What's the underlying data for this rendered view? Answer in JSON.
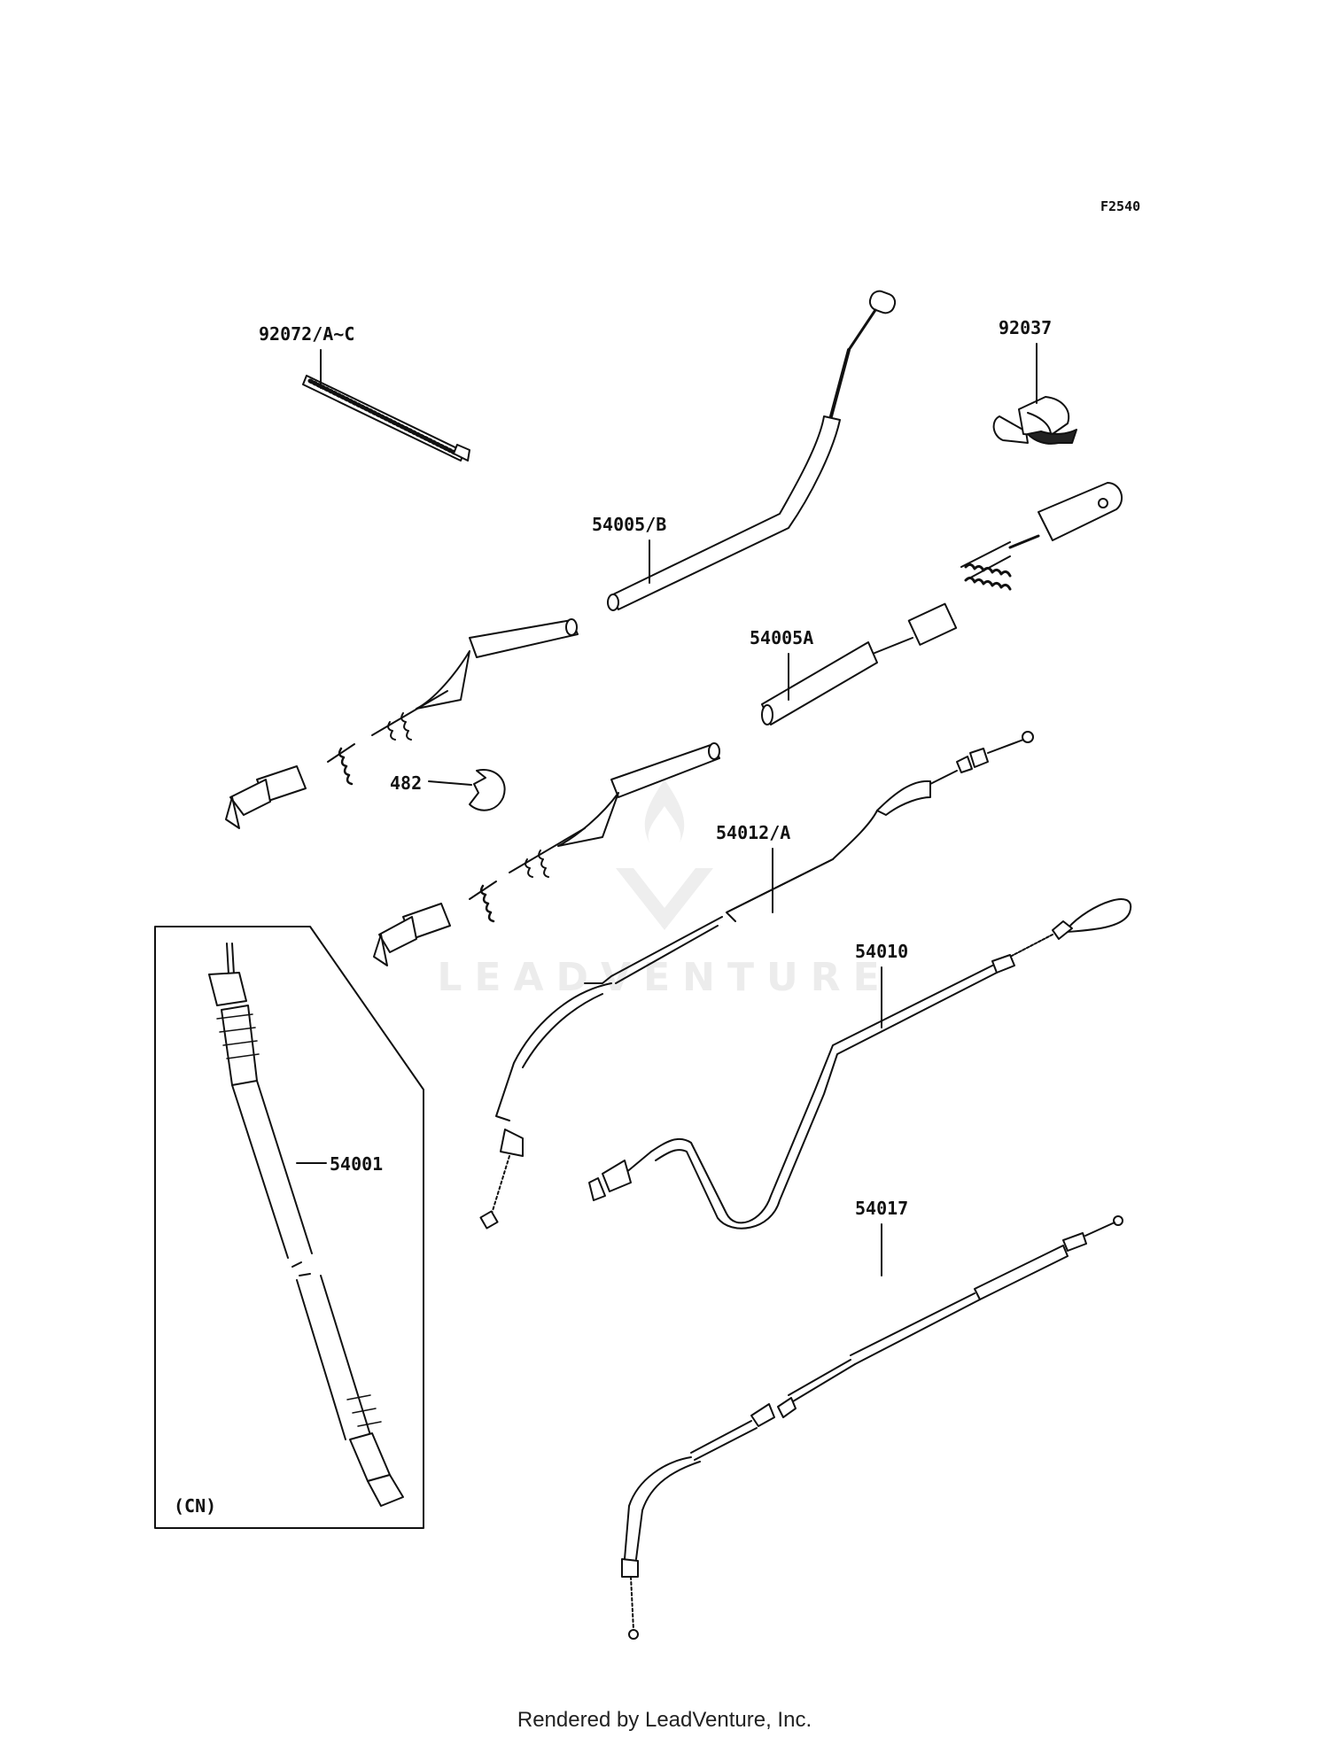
{
  "diagram_code": "F2540",
  "watermark": "LEADVENTURE",
  "footer_text": "Rendered by LeadVenture, Inc.",
  "inset_region_label": "(CN)",
  "callouts": [
    {
      "id": "92072",
      "label": "92072/A~C",
      "part": "cable tie"
    },
    {
      "id": "92037",
      "label": "92037",
      "part": "clamp"
    },
    {
      "id": "54005b",
      "label": "54005/B",
      "part": "brake cable"
    },
    {
      "id": "54005a",
      "label": "54005A",
      "part": "brake cable"
    },
    {
      "id": "482",
      "label": "482",
      "part": "circlip"
    },
    {
      "id": "54012",
      "label": "54012/A",
      "part": "throttle cable"
    },
    {
      "id": "54010",
      "label": "54010",
      "part": "choke cable"
    },
    {
      "id": "54001",
      "label": "54001",
      "part": "speedometer cable"
    },
    {
      "id": "54017",
      "label": "54017",
      "part": "clutch cable"
    }
  ]
}
